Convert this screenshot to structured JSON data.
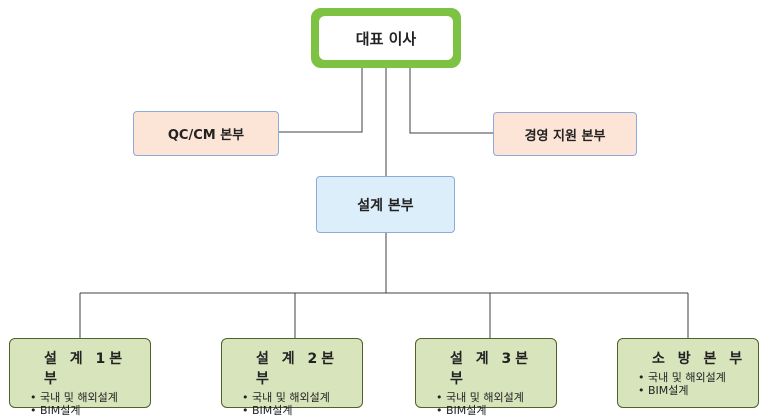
{
  "ceo": {
    "label": "대표 이사"
  },
  "qc": {
    "label": "QC/CM 본부"
  },
  "mgmt": {
    "label": "경영 지원 본부"
  },
  "design": {
    "label": "설계 본부"
  },
  "divisions": [
    {
      "title": "설 계 1본 부",
      "items": [
        "국내 및 해외설계",
        "BIM설계"
      ]
    },
    {
      "title": "설 계 2본 부",
      "items": [
        "국내 및 해외설계",
        "BIM설계"
      ]
    },
    {
      "title": "설 계 3본 부",
      "items": [
        "국내 및 해외설계",
        "BIM설계"
      ]
    },
    {
      "title": "소 방 본 부",
      "items": [
        "국내 및 해외설계",
        "BIM설계"
      ]
    }
  ],
  "colors": {
    "ceo_border": "#7dc242",
    "support_fill": "#fce4d6",
    "design_fill": "#dbeefa",
    "division_fill": "#d8e4bc"
  }
}
